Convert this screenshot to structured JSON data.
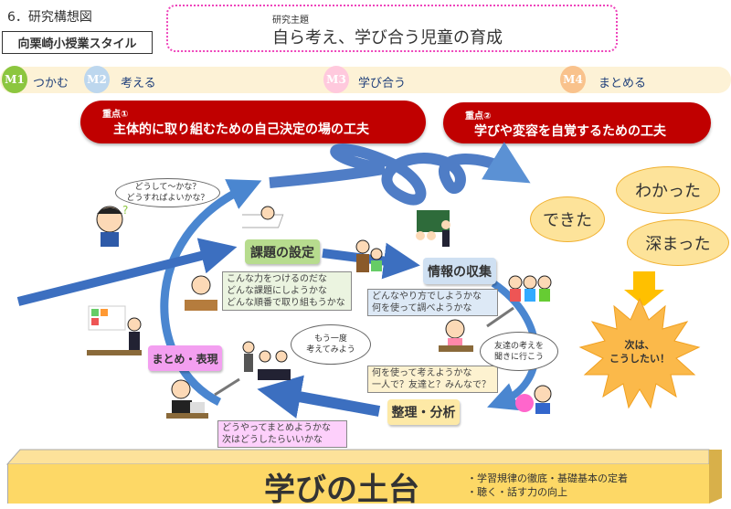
{
  "header": {
    "section_title": "6．研究構想図",
    "style_label": "向栗崎小授業スタイル"
  },
  "theme": {
    "label": "研究主題",
    "title": "自ら考え、学び合う児童の育成"
  },
  "phases": [
    {
      "badge": "M1",
      "label": "つかむ",
      "color": "#8cc63f"
    },
    {
      "badge": "M2",
      "label": "考える",
      "color": "#bdd7ee"
    },
    {
      "badge": "M3",
      "label": "学び合う",
      "color": "#ffc9dd"
    },
    {
      "badge": "M4",
      "label": "まとめる",
      "color": "#f9c28c"
    }
  ],
  "focus": [
    {
      "label": "重点①",
      "text": "主体的に取り組むための自己決定の場の工夫"
    },
    {
      "label": "重点②",
      "text": "学びや変容を自覚するための工夫"
    }
  ],
  "stages": {
    "setting": {
      "label": "課題の設定",
      "notes": [
        "こんな力をつけるのだな",
        "どんな課題にしようかな",
        "どんな順番で取り組もうかな"
      ]
    },
    "collect": {
      "label": "情報の収集",
      "notes": [
        "どんなやり方でしようかな",
        "何を使って調べようかな"
      ]
    },
    "analyze": {
      "label": "整理・分析",
      "notes": [
        "何を使って考えようかな",
        "一人で？友達と？みんなで？"
      ]
    },
    "summary": {
      "label": "まとめ・表現",
      "notes": [
        "どうやってまとめようかな",
        "次はどうしたらいいかな"
      ]
    }
  },
  "bubbles": {
    "question": [
      "どうして～かな？",
      "どうすればよいかな？"
    ],
    "retry": [
      "もう一度",
      "考えてみよう"
    ],
    "friends": [
      "友達の考えを",
      "聞きに行こう"
    ]
  },
  "outcomes": [
    "できた",
    "わかった",
    "深まった"
  ],
  "next": [
    "次は、",
    "こうしたい！"
  ],
  "foundation": {
    "title": "学びの土台",
    "points": [
      "・学習規律の徹底・基礎基本の定着",
      "・聴く・話す力の向上"
    ]
  }
}
